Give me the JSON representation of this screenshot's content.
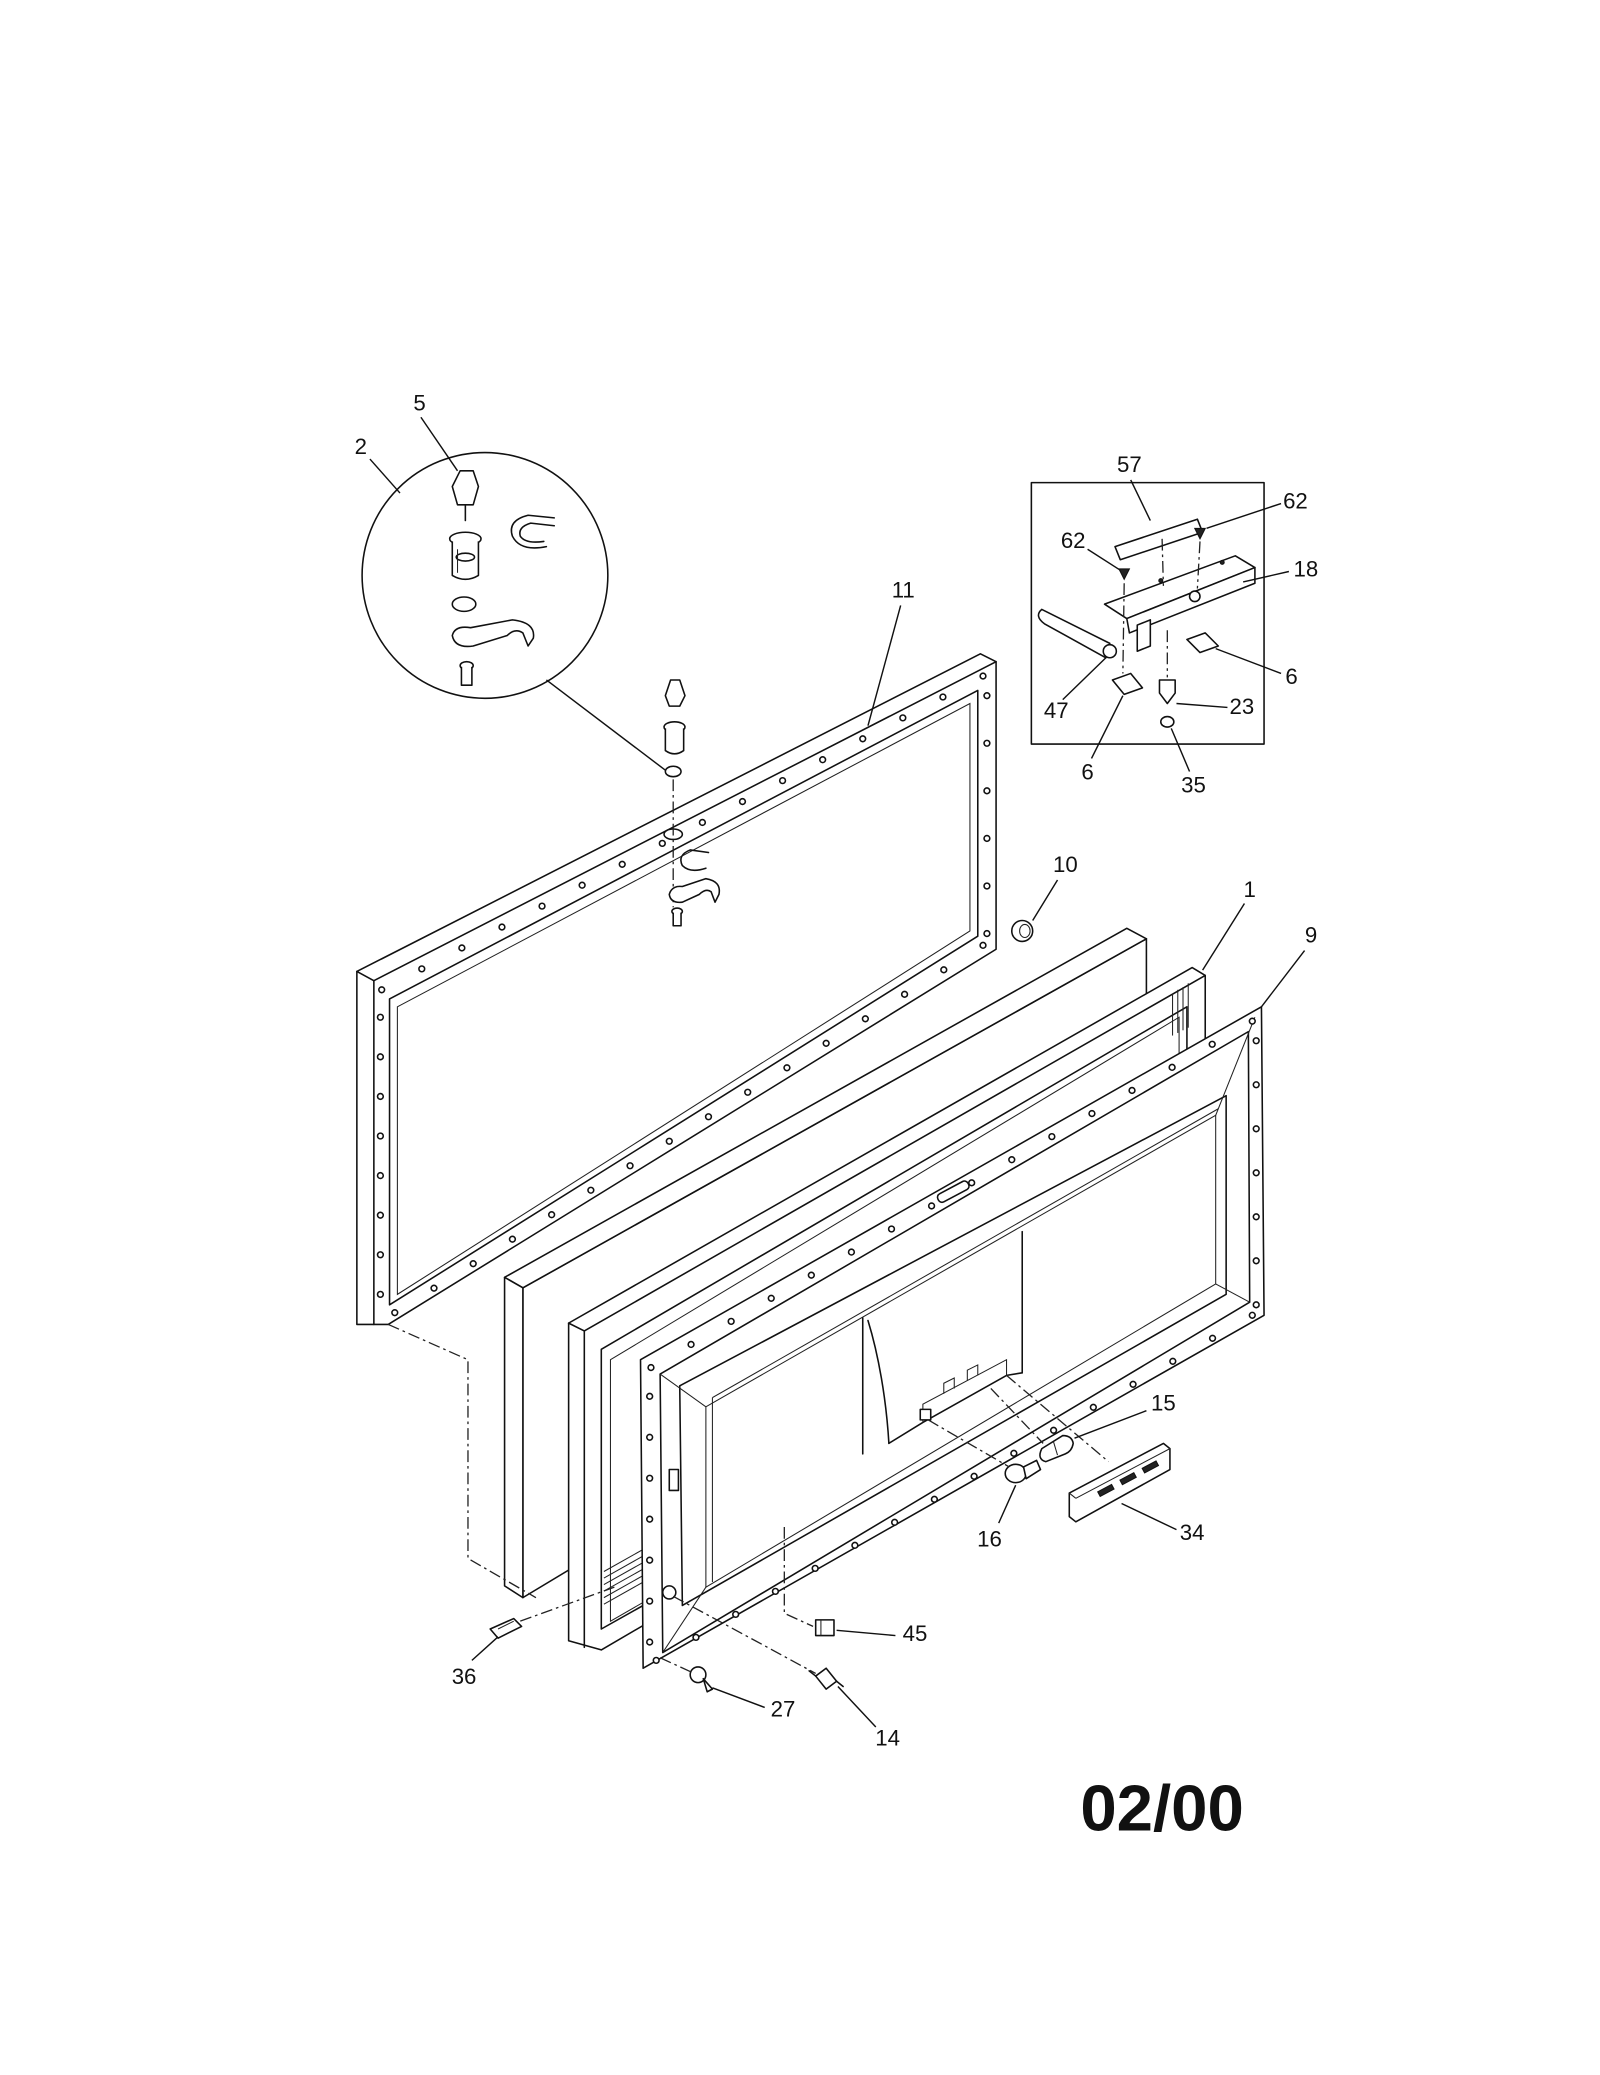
{
  "callouts": [
    "5",
    "2",
    "11",
    "57",
    "62",
    "62",
    "18",
    "6",
    "47",
    "23",
    "6",
    "35",
    "10",
    "1",
    "9",
    "15",
    "34",
    "16",
    "45",
    "36",
    "27",
    "14"
  ],
  "revision": "02/00"
}
